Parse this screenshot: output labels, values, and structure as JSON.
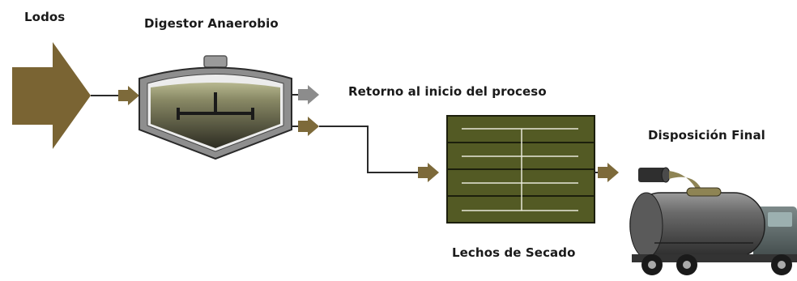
{
  "labels": {
    "input": "Lodos",
    "digester": "Digestor Anaerobio",
    "return": "Retorno al inicio del proceso",
    "drying_beds": "Lechos de Secado",
    "final_disposal": "Disposición Final"
  },
  "colors": {
    "sludge_brown": "#7a6433",
    "arrow_brown": "#7d6a3a",
    "arrow_gray": "#8c8c8c",
    "bed_green": "#535a24",
    "tank_gray": "#555555",
    "digester_liquid": "#4a4a38",
    "line": "#2a2a2a"
  }
}
